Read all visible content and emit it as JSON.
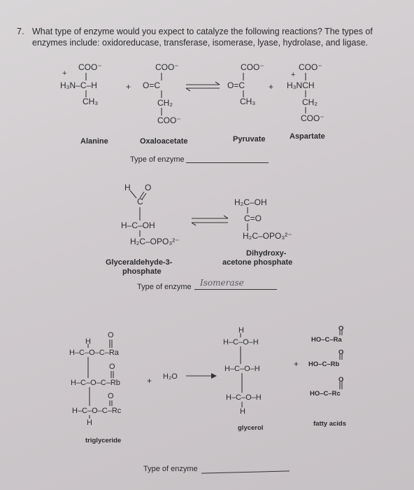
{
  "question": {
    "number": "7.",
    "line1": "What type of enzyme would you expect to catalyze the following reactions? The types of",
    "line2": "enzymes include: oxidoreducase, transferase, isomerase, lyase, hydrolase, and ligase."
  },
  "reaction1": {
    "alanine_label": "Alanine",
    "oxaloacetate_label": "Oxaloacetate",
    "pyruvate_label": "Pyruvate",
    "aspartate_label": "Aspartate",
    "enzyme_prompt": "Type of enzyme",
    "answer": ""
  },
  "reaction2": {
    "reactant_label_1": "Glyceraldehyde-3-",
    "reactant_label_2": "phosphate",
    "product_label_1": "Dihydroxy-",
    "product_label_2": "acetone phosphate",
    "enzyme_prompt": "Type of enzyme",
    "answer": "Isomerase"
  },
  "reaction3": {
    "triglyceride_label": "triglyceride",
    "glycerol_label": "glycerol",
    "fatty_acids_label": "fatty acids",
    "water": "H₂O",
    "enzyme_prompt": "Type of enzyme",
    "answer": ""
  },
  "structures": {
    "coo": "COO⁻",
    "h3n_c_h": "H₃N–C–H",
    "ch3": "CH₃",
    "o_eq_c": "O=C",
    "ch2": "CH₂",
    "h3nch": "H₃NCH",
    "h2c_oh": "H₂C–OH",
    "c_eq_o": "C=O",
    "h2c_opo3": "H₂C–OPO₃²⁻",
    "h_c_oh": "H–C–OH",
    "h_c_o_h": "H–C–O–H",
    "ho_c_ra": "HO–C–Ra",
    "ho_c_rb": "HO–C–Rb",
    "ho_c_rc": "HO–C–Rc",
    "h_c_o_c_ra": "H–C–O–C–Ra",
    "h_c_o_c_rb": "H–C–O–C–Rb",
    "h_c_o_c_rc": "H–C–O–C–Rc",
    "h": "H",
    "o": "O",
    "c": "C",
    "plus": "+"
  }
}
